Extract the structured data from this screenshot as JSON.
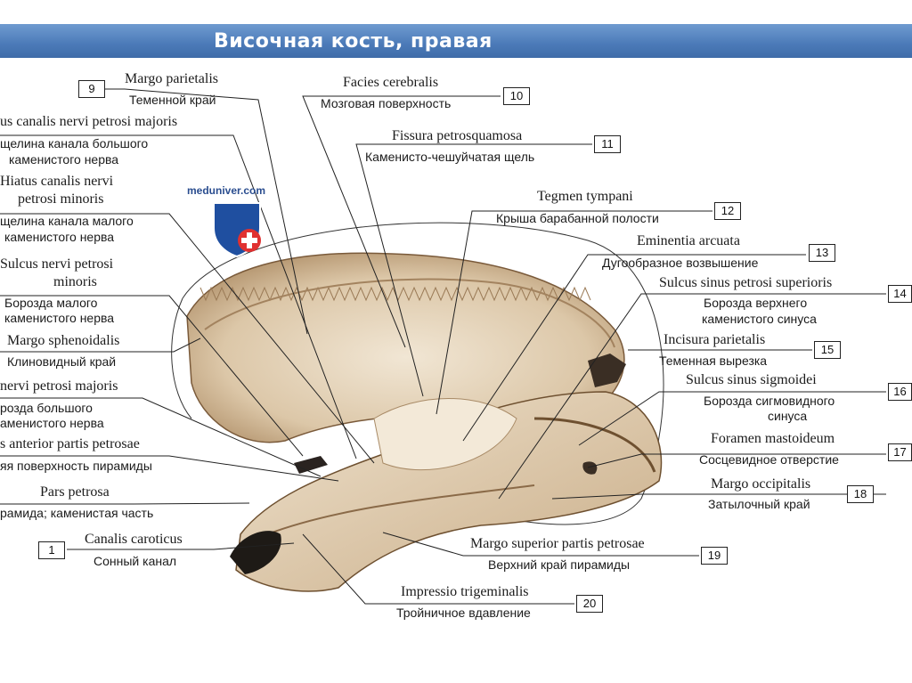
{
  "header": {
    "title": "Височная кость, правая"
  },
  "watermark": {
    "text": "meduniver.com"
  },
  "labels": [
    {
      "id": "margo-parietalis",
      "number": "9",
      "latin": "Margo parietalis",
      "russian": "Теменной край"
    },
    {
      "id": "facies-cerebralis",
      "number": "10",
      "latin": "Facies cerebralis",
      "russian": "Мозговая поверхность"
    },
    {
      "id": "hiatus-major",
      "number": "",
      "latin": "us canalis nervi petrosi majoris",
      "russian": "щелина канала большого",
      "russian2": "каменистого нерва"
    },
    {
      "id": "fissura-petrosquamosa",
      "number": "11",
      "latin": "Fissura petrosquamosa",
      "russian": "Каменисто-чешуйчатая щель"
    },
    {
      "id": "hiatus-minor",
      "number": "",
      "latin": "Hiatus canalis nervi",
      "latin2": "petrosi minoris",
      "russian": "щелина канала малого",
      "russian2": "каменистого нерва"
    },
    {
      "id": "tegmen-tympani",
      "number": "12",
      "latin": "Tegmen tympani",
      "russian": "Крыша барабанной полости"
    },
    {
      "id": "eminentia-arcuata",
      "number": "13",
      "latin": "Eminentia arcuata",
      "russian": "Дугообразное возвышение"
    },
    {
      "id": "sulcus-minor",
      "number": "",
      "latin": "Sulcus nervi petrosi",
      "latin2": "minoris",
      "russian": "Борозда малого",
      "russian2": "каменистого нерва"
    },
    {
      "id": "sulcus-sinus-petrosi",
      "number": "14",
      "latin": "Sulcus sinus petrosi superioris",
      "russian": "Борозда верхнего",
      "russian2": "каменистого синуса"
    },
    {
      "id": "margo-sphenoidalis",
      "number": "",
      "latin": "Margo sphenoidalis",
      "russian": "Клиновидный край"
    },
    {
      "id": "incisura-parietalis",
      "number": "15",
      "latin": "Incisura parietalis",
      "russian": "Теменная вырезка"
    },
    {
      "id": "sulcus-major",
      "number": "",
      "latin": "nervi petrosi majoris",
      "russian": "розда большого",
      "russian2": "аменистого нерва"
    },
    {
      "id": "sulcus-sigmoidei",
      "number": "16",
      "latin": "Sulcus sinus sigmoidei",
      "russian": "Борозда сигмовидного",
      "russian2": "синуса"
    },
    {
      "id": "facies-anterior",
      "number": "",
      "latin": "s anterior partis petrosae",
      "russian": "яя поверхность пирамиды"
    },
    {
      "id": "foramen-mastoideum",
      "number": "17",
      "latin": "Foramen mastoideum",
      "russian": "Сосцевидное отверстие"
    },
    {
      "id": "pars-petrosa",
      "number": "",
      "latin": "Pars petrosa",
      "russian": "рамида; каменистая часть"
    },
    {
      "id": "margo-occipitalis",
      "number": "18",
      "latin": "Margo occipitalis",
      "russian": "Затылочный край"
    },
    {
      "id": "canalis-caroticus",
      "number": "1",
      "latin": "Canalis caroticus",
      "russian": "Сонный канал"
    },
    {
      "id": "margo-superior",
      "number": "19",
      "latin": "Margo superior partis petrosae",
      "russian": "Верхний край пирамиды"
    },
    {
      "id": "impressio-trigeminalis",
      "number": "20",
      "latin": "Impressio trigeminalis",
      "russian": "Тройничное вдавление"
    }
  ],
  "colors": {
    "title_bar": "#4b7ab8",
    "bone_fill": "#e6d6bf",
    "bone_shadow": "#8a6a48",
    "leader_line": "#222222",
    "logo_shield": "#1f4fa0",
    "logo_cross": "#e03030"
  }
}
